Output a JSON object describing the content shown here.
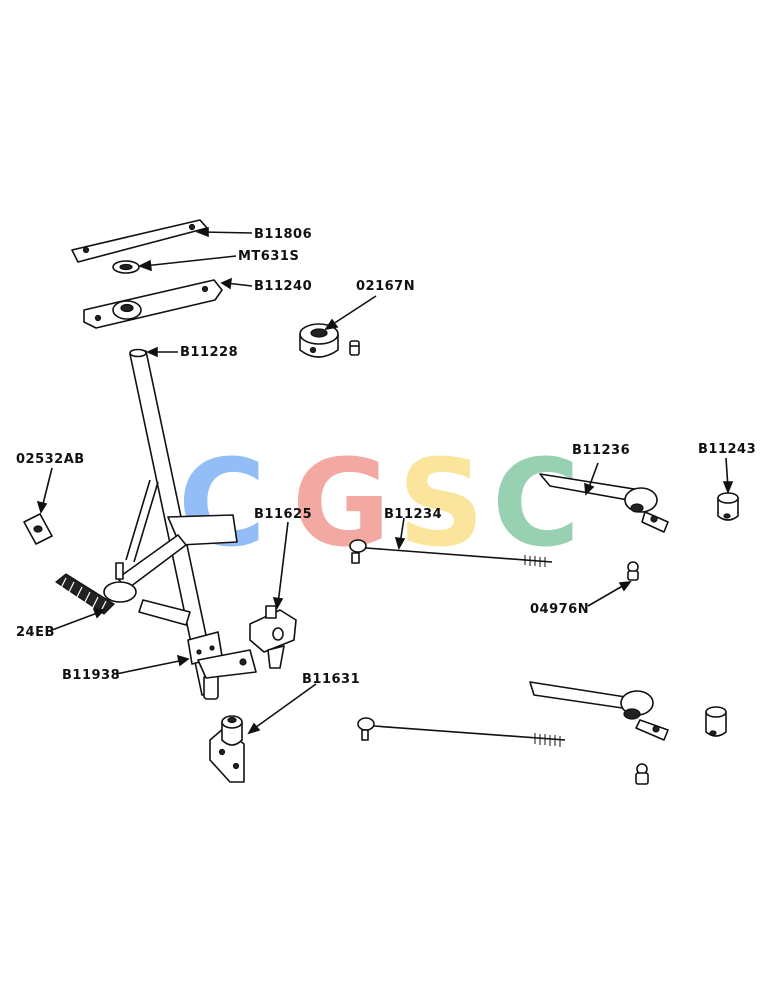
{
  "labels": {
    "b11806": "B11806",
    "mt631s": "MT631S",
    "b11240": "B11240",
    "p02167n": "02167N",
    "b11228": "B11228",
    "p02532ab": "02532AB",
    "b11236": "B11236",
    "b11243": "B11243",
    "b11625": "B11625",
    "b11234": "B11234",
    "p24eb": "24EB",
    "p04976n": "04976N",
    "b11938": "B11938",
    "b11631": "B11631"
  },
  "watermark": {
    "letters": [
      "C",
      "G",
      "S",
      "C"
    ],
    "colors": [
      "#7fb2f5",
      "#f29a92",
      "#fbe08a",
      "#86caa5"
    ]
  }
}
